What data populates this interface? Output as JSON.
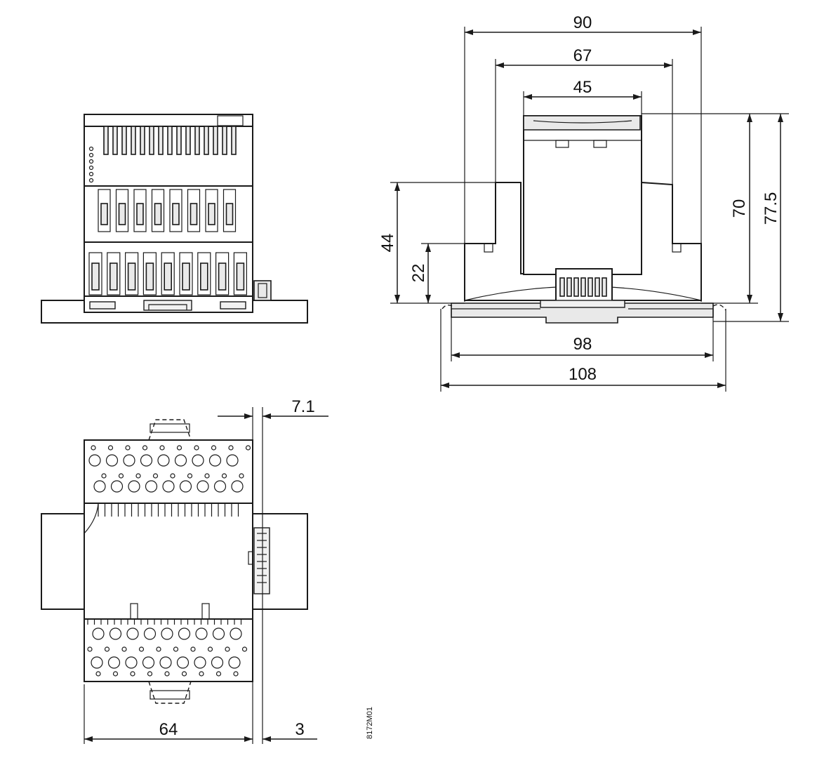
{
  "drawing": {
    "dimensions": {
      "d90": "90",
      "d67": "67",
      "d45": "45",
      "d70": "70",
      "d77_5": "77.5",
      "d44": "44",
      "d22": "22",
      "d98": "98",
      "d108": "108",
      "d7_1": "7.1",
      "d64": "64",
      "d3": "3"
    },
    "drawing_code": "8172M01"
  }
}
